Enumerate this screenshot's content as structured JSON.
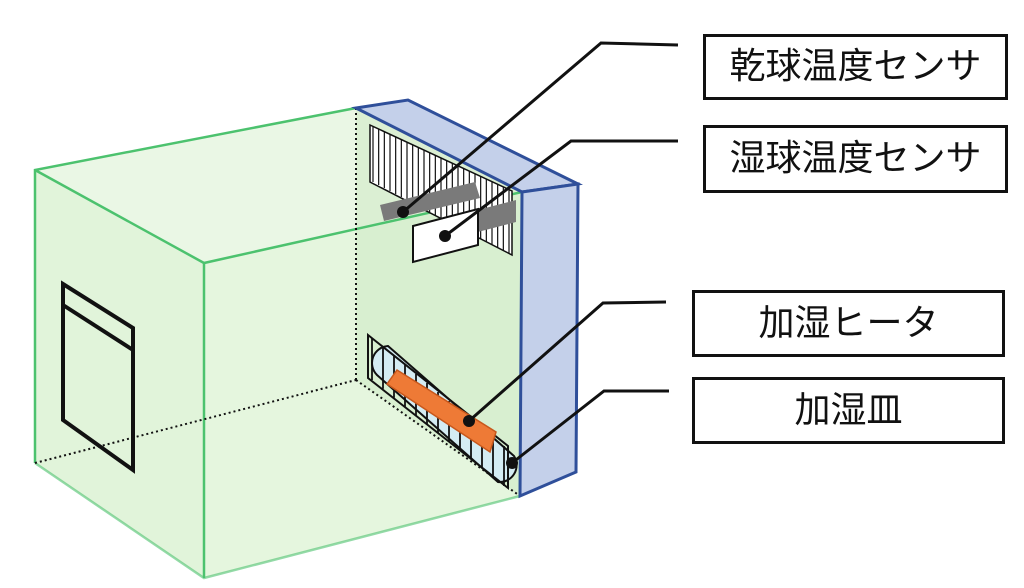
{
  "labels": {
    "dry_bulb_sensor": "乾球温度センサ",
    "wet_bulb_sensor": "湿球温度センサ",
    "humidifier_heater": "加湿ヒータ",
    "humidifier_dish": "加湿皿"
  },
  "colors": {
    "chamber_fill": "#d8f0d0",
    "chamber_edge": "#4cc26e",
    "door_fill": "#c4d0ea",
    "door_edge": "#2f4f9a",
    "heater": "#ee7a36",
    "dish_fill": "#d4ecf3",
    "sensor": "#7a7a7a",
    "line": "#111111"
  }
}
